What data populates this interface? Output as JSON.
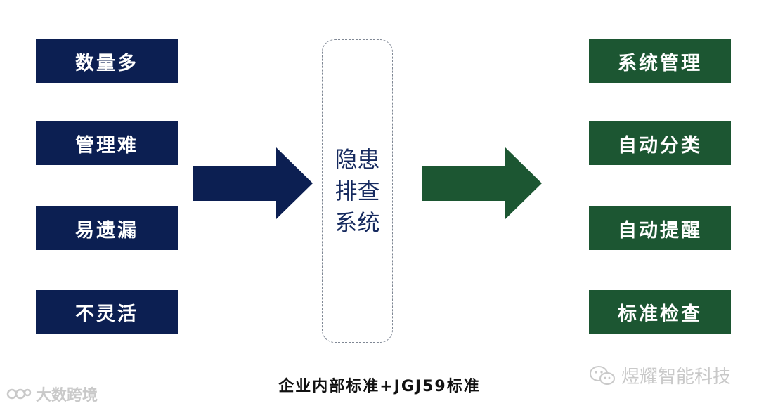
{
  "left_boxes": [
    {
      "label": "数量多"
    },
    {
      "label": "管理难"
    },
    {
      "label": "易遗漏"
    },
    {
      "label": "不灵活"
    }
  ],
  "center": {
    "label": "隐患排查系统"
  },
  "right_boxes": [
    {
      "label": "系统管理"
    },
    {
      "label": "自动分类"
    },
    {
      "label": "自动提醒"
    },
    {
      "label": "标准检查"
    }
  ],
  "footer": {
    "label": "企业内部标准+JGJ59标准"
  },
  "watermarks": {
    "left": "大数跨境",
    "right": "煜耀智能科技"
  },
  "colors": {
    "left_fill": "#0c1f52",
    "right_fill": "#1c5632",
    "center_text": "#162a5f",
    "dashed_border": "#7f8794",
    "watermark": "#c9c9c9"
  },
  "icons": {
    "left_arrow": "arrow-right-icon",
    "right_arrow": "arrow-right-icon",
    "left_watermark_logo": "logo-icon",
    "right_watermark_logo": "wechat-icon"
  }
}
